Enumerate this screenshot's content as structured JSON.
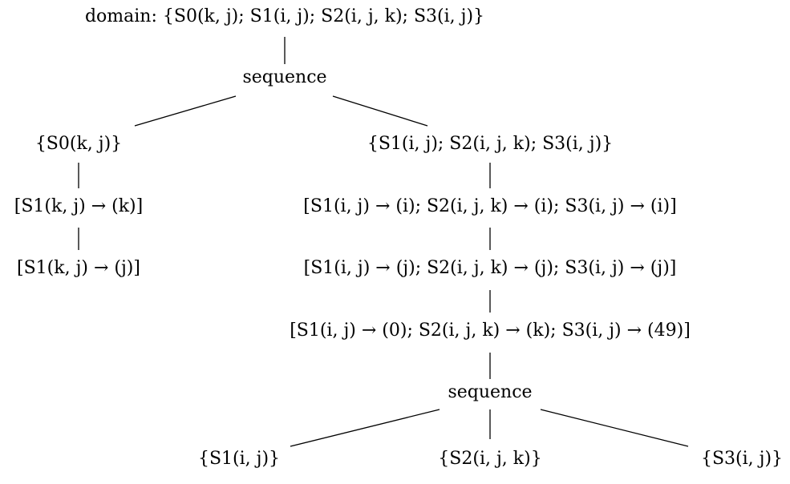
{
  "root": {
    "prefix": "domain:",
    "label": "{S0(k, j); S1(i, j); S2(i, j, k); S3(i, j)}"
  },
  "seq_top": {
    "label": "sequence"
  },
  "left_branch": {
    "filter": "{S0(k, j)}",
    "bands": [
      "[S1(k, j) → (k)]",
      "[S1(k, j) → (j)]"
    ]
  },
  "right_branch": {
    "filter": "{S1(i, j); S2(i, j, k); S3(i, j)}",
    "bands": [
      "[S1(i, j) → (i); S2(i, j, k) → (i); S3(i, j) → (i)]",
      "[S1(i, j) → (j); S2(i, j, k) → (j); S3(i, j) → (j)]",
      "[S1(i, j) → (0); S2(i, j, k) → (k); S3(i, j) → (49)]"
    ],
    "seq_label": "sequence",
    "leaves": [
      "{S1(i, j)}",
      "{S2(i, j, k)}",
      "{S3(i, j)}"
    ]
  }
}
